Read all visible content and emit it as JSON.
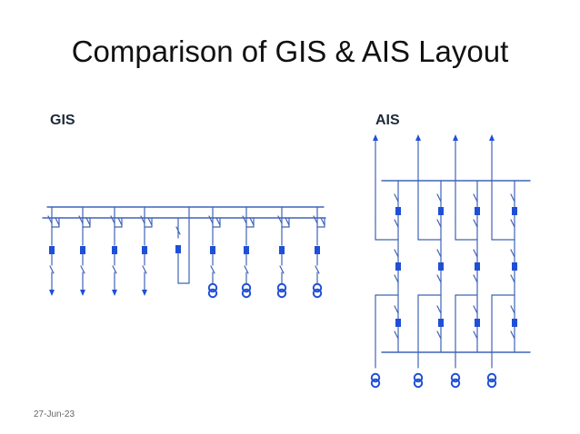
{
  "slide": {
    "title": "Comparison of GIS & AIS Layout",
    "footer_date": "27-Jun-23"
  },
  "gis": {
    "label": "GIS",
    "bays": [
      {
        "type": "feeder-arrow"
      },
      {
        "type": "feeder-arrow"
      },
      {
        "type": "feeder-arrow"
      },
      {
        "type": "feeder-arrow"
      },
      {
        "type": "bus-coupler"
      },
      {
        "type": "transformer"
      },
      {
        "type": "transformer"
      },
      {
        "type": "transformer"
      },
      {
        "type": "transformer"
      }
    ]
  },
  "ais": {
    "label": "AIS",
    "outgoing_feeders": 4,
    "transformers": 4,
    "breaker_rows": 3
  },
  "colors": {
    "line": "#3f63b8",
    "equipment": "#1f4fd6",
    "text": "#1e2a3a"
  }
}
